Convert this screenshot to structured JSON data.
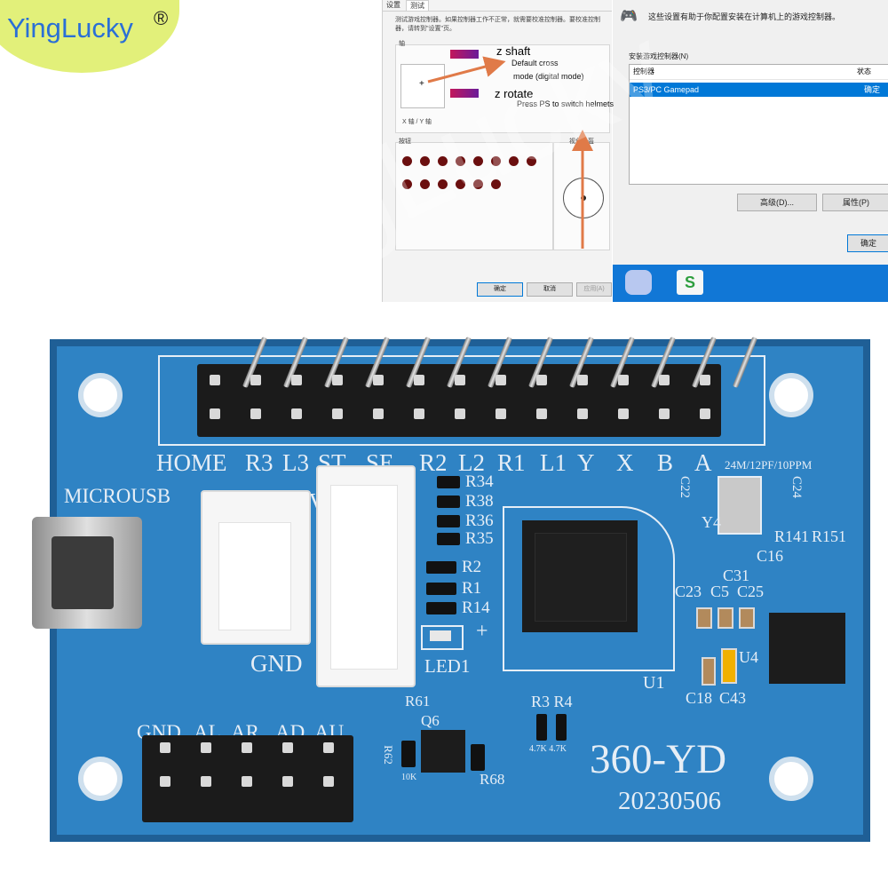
{
  "brand": {
    "name": "YingLucky",
    "mark": "®",
    "watermark": "YingLucky"
  },
  "dialog_left": {
    "tabs": [
      "设置",
      "测试"
    ],
    "intro": "测试游戏控制器。如果控制器工作不正常，就需要校准控制器。要校准控制器，请转到\"设置\"页。",
    "axis_group": "轴",
    "axis_label": "X 轴 / Y 轴",
    "buttons_group": "按钮",
    "pov_group": "视角头盔",
    "ok": "确定",
    "cancel": "取消",
    "apply": "应用(A)"
  },
  "dialog_right": {
    "intro": "这些设置有助于你配置安装在计算机上的游戏控制器。",
    "installed_label": "安装游戏控制器(N)",
    "col_controller": "控制器",
    "col_status": "状态",
    "row_name": "PS3/PC Gamepad",
    "row_status": "确定",
    "advanced": "高级(D)...",
    "properties": "属性(P)",
    "ok": "确定"
  },
  "annotations": {
    "z_shaft": "z shaft",
    "default_cross": "Default cross",
    "mode": "mode (digital mode)",
    "z_rotate": "z rotate",
    "press_ps": "Press PS to switch helmets"
  },
  "pcb": {
    "top_labels": [
      "HOME",
      "R3",
      "L3",
      "ST",
      "SE",
      "R2",
      "L2",
      "R1",
      "L1",
      "Y",
      "X",
      "B",
      "A"
    ],
    "crystal_spec": "24M/12PF/10PPM",
    "microusb": "MICROUSB",
    "fivev": "5V",
    "gnd": "GND",
    "bottom_labels": [
      "GND",
      "AL",
      "AR",
      "AD",
      "AU"
    ],
    "resistors_a": [
      "R34",
      "R38",
      "R36",
      "R35"
    ],
    "resistors_b": [
      "R2",
      "R1",
      "R14"
    ],
    "led": "LED1",
    "plus": "+",
    "u1": "U1",
    "u4": "U4",
    "y4": "Y4",
    "r141": "R141",
    "r151": "R151",
    "c16": "C16",
    "c31": "C31",
    "c23": "C23",
    "c5": "C5",
    "c25": "C25",
    "c18": "C18",
    "c43": "C43",
    "c22": "C22",
    "c24": "C24",
    "r61": "R61",
    "q6": "Q6",
    "r3r4": "R3 R4",
    "r4_values": "4.7K 4.7K",
    "r62": "R62",
    "r10k": "10K",
    "r68": "R68",
    "model": "360-YD",
    "date": "20230506"
  },
  "colors": {
    "pcb": "#2f83c4",
    "arrow": "#e07a48",
    "brand_bg": "#e2f07a",
    "brand_text": "#2a6fd6",
    "taskbar": "#1177d6",
    "selection": "#0078d7"
  }
}
